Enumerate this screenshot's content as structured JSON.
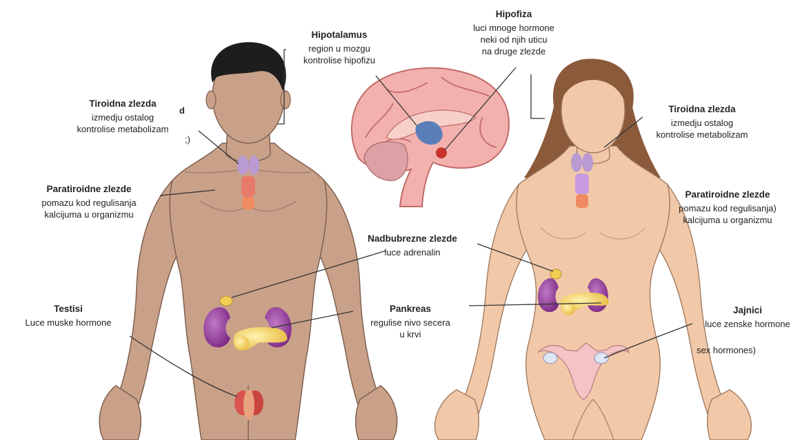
{
  "labels": {
    "hipotalamus": {
      "title": "Hipotalamus",
      "line1": "region u mozgu",
      "line2": "kontrolise hipofizu"
    },
    "hipofiza": {
      "title": "Hipofiza",
      "line1": "luci mnoge hormone",
      "line2": "neki od njih uticu",
      "line3": "na druge zlezde"
    },
    "tiroidna_m": {
      "title": "Tiroidna zlezda",
      "line1": "izmedju ostalog",
      "line2": "kontrolise metabolizam",
      "ghost1": "d",
      "ghost2": ";)"
    },
    "tiroidna_f": {
      "title": "Tiroidna zlezda",
      "line1": "izmedju ostalog",
      "line2": "kontrolise metabolizam"
    },
    "paratiroidne_m": {
      "title": "Paratiroidne zlezde",
      "line1": "pomazu kod regulisanja",
      "line2": "kalcijuma u organizmu"
    },
    "paratiroidne_f": {
      "title": "Paratiroidne zlezde",
      "line1": "pomazu kod regulisanja)",
      "line2": "kalcijuma u organizmu"
    },
    "nadbubrezne": {
      "title": "Nadbubrezne zlezde",
      "line1": "luce adrenalin"
    },
    "pankreas": {
      "title": "Pankreas",
      "line1": "regulise nivo secera",
      "line2": "u krvi"
    },
    "testisi": {
      "title": "Testisi",
      "line1": "Luce muske hormone"
    },
    "jajnici": {
      "title": "Jajnici",
      "line1": "luce zenske hormone",
      "line2": "sex hormones)"
    }
  },
  "colors": {
    "skin_male": "#c9a189",
    "skin_female": "#f2c9a8",
    "hair_male": "#1d1d1d",
    "hair_female": "#8a5a3a",
    "brain": "#f3b1ae",
    "kidney": "#8b2f8f",
    "pancreas": "#f1cf55",
    "thyroid": "#b99ad1",
    "leader_line": "#333333"
  }
}
